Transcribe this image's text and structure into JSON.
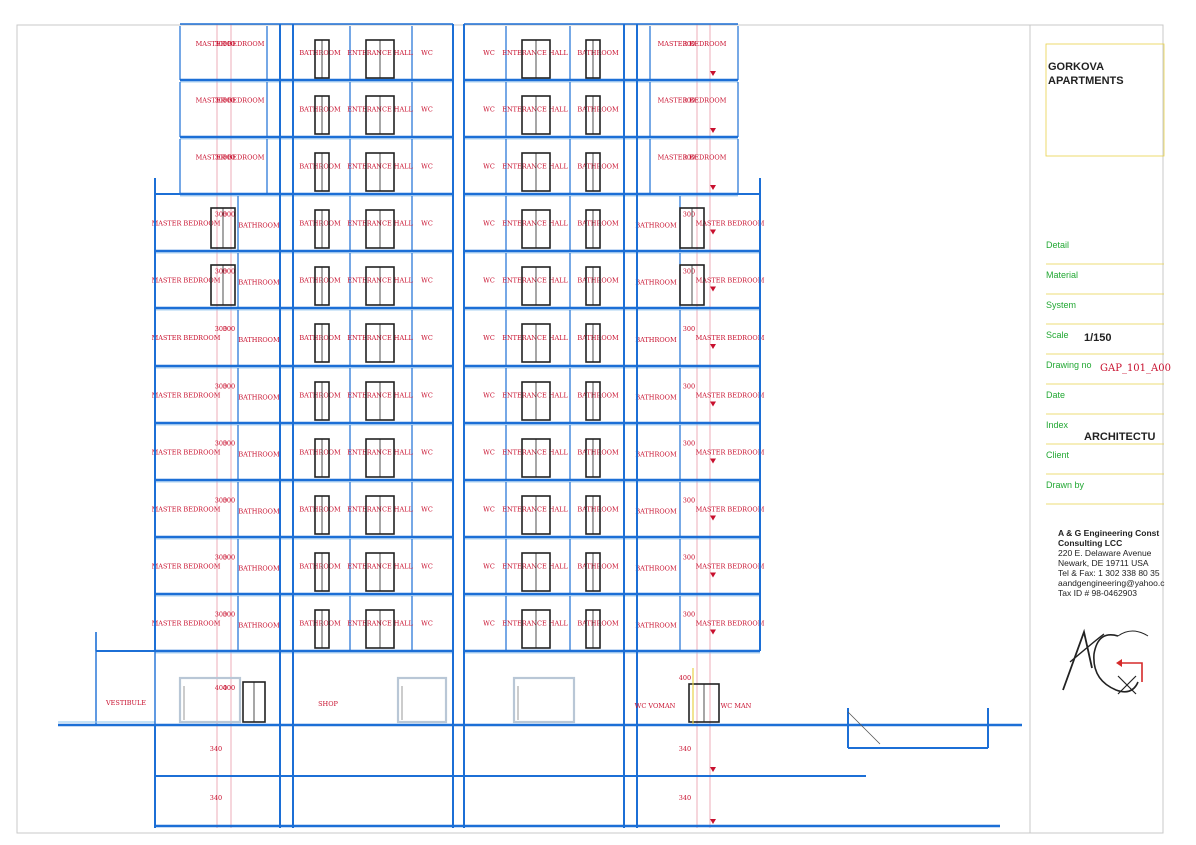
{
  "colors": {
    "structure": "#1c6fd6",
    "structure_light": "#8ec3ee",
    "room_label": "#c8102e",
    "centerline": "#e58a9a",
    "title_label": "#22a833",
    "title_rule": "#e8d24a",
    "text": "#222222"
  },
  "room_labels": {
    "master_bedroom": "MASTER BEDROOM",
    "bathroom": "BATHROOM",
    "entrance_hall": "ENTERANCE HALL",
    "wc": "WC",
    "vestibule": "VESTIBULE",
    "shop": "SHOP",
    "wc_woman": "WC VOMAN",
    "wc_man": "WC MAN"
  },
  "dimension_marks": {
    "floor": "300",
    "ground": "400",
    "basement": "340"
  },
  "title_block": {
    "project": [
      "GORKOVA",
      "APARTMENTS"
    ],
    "fields": [
      {
        "label": "Detail",
        "value": ""
      },
      {
        "label": "Material",
        "value": ""
      },
      {
        "label": "System",
        "value": ""
      },
      {
        "label": "Scale",
        "value": "1/150"
      },
      {
        "label": "Drawing no",
        "value": "GAP_101_A00"
      },
      {
        "label": "Date",
        "value": ""
      },
      {
        "label": "Index",
        "value": "ARCHITECTU"
      },
      {
        "label": "Client",
        "value": ""
      },
      {
        "label": "Drawn by",
        "value": ""
      }
    ],
    "company": [
      "A & G Engineering Const",
      "Consulting LCC",
      "220 E. Delaware Avenue",
      "Newark, DE 19711 USA",
      "Tel & Fax: 1 302 338 80 35",
      "aandgengineering@yahoo.c",
      "Tax ID # 98-0462903"
    ],
    "logo": "ag-monogram-logo"
  }
}
